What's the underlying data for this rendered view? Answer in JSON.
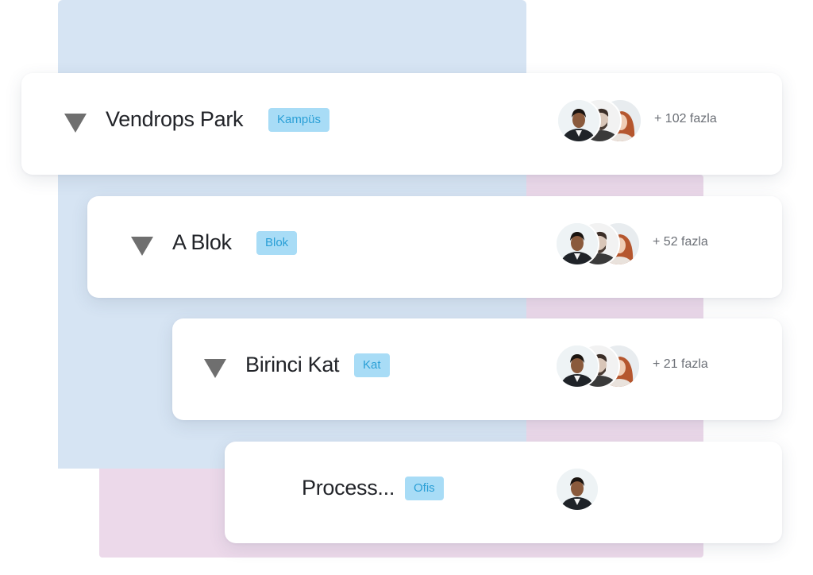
{
  "rows": [
    {
      "title": "Vendrops Park",
      "tag": "Kampüs",
      "more": "+ 102 fazla",
      "expanded": true
    },
    {
      "title": "A Blok",
      "tag": "Blok",
      "more": "+ 52 fazla",
      "expanded": true
    },
    {
      "title": "Birinci Kat",
      "tag": "Kat",
      "more": "+ 21 fazla",
      "expanded": true
    },
    {
      "title": "Process...",
      "tag": "Ofis",
      "more": "",
      "expanded": false
    }
  ],
  "avatars": [
    "man-dark-hair-avatar",
    "man-bearded-avatar",
    "woman-red-hair-avatar"
  ],
  "colors": {
    "tag_bg": "#a8dcf6",
    "tag_text": "#2a9fd6",
    "background_blue": "#d6e4f3",
    "background_pink": "#ecd9ea"
  }
}
